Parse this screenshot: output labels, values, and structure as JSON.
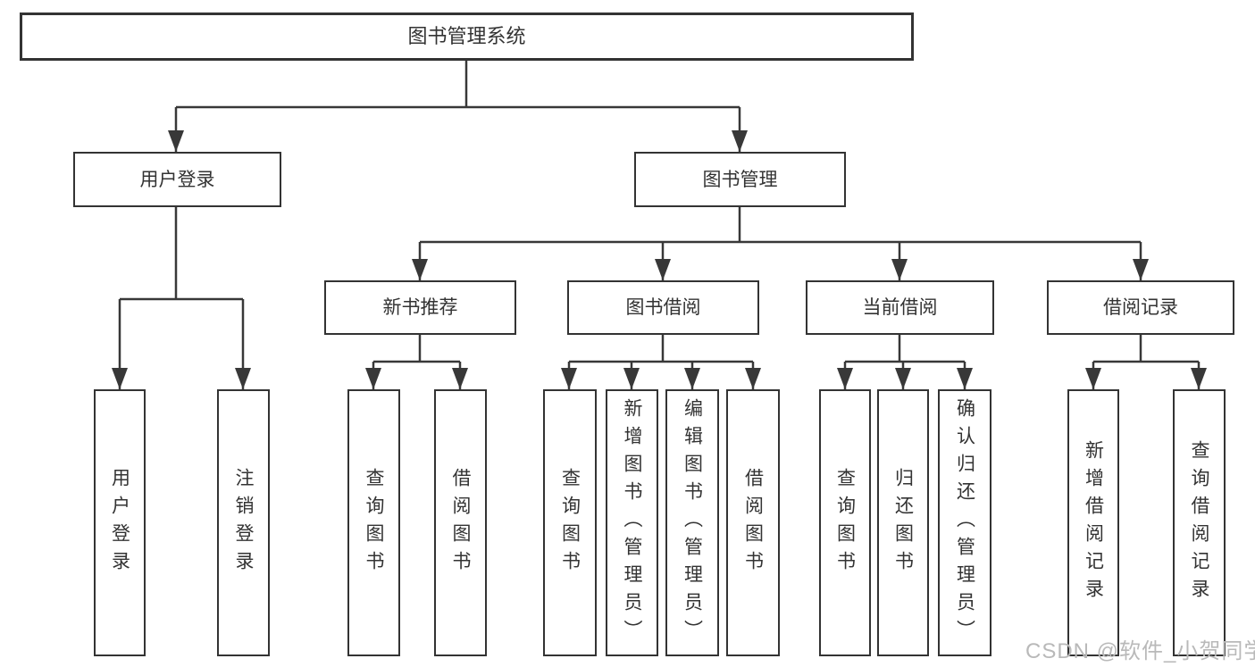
{
  "tree": {
    "label": "图书管理系统",
    "children": [
      {
        "label": "用户登录",
        "children": [
          {
            "label": "用户登录"
          },
          {
            "label": "注销登录"
          }
        ]
      },
      {
        "label": "图书管理",
        "children": [
          {
            "label": "新书推荐",
            "children": [
              {
                "label": "查询图书"
              },
              {
                "label": "借阅图书"
              }
            ]
          },
          {
            "label": "图书借阅",
            "children": [
              {
                "label": "查询图书"
              },
              {
                "label": "新增图书（管理员）"
              },
              {
                "label": "编辑图书（管理员）"
              },
              {
                "label": "借阅图书"
              }
            ]
          },
          {
            "label": "当前借阅",
            "children": [
              {
                "label": "查询图书"
              },
              {
                "label": "归还图书"
              },
              {
                "label": "确认归还（管理员）"
              }
            ]
          },
          {
            "label": "借阅记录",
            "children": [
              {
                "label": "新增借阅记录"
              },
              {
                "label": "查询借阅记录"
              }
            ]
          }
        ]
      }
    ]
  },
  "watermark": {
    "text": "CSDN @软件_小贺同学",
    "color": "#b9b9b9"
  },
  "colors": {
    "line": "#383838",
    "box_border": "#333333",
    "box_background": "#ffffff",
    "text": "#333333",
    "page_background": "#ffffff"
  }
}
